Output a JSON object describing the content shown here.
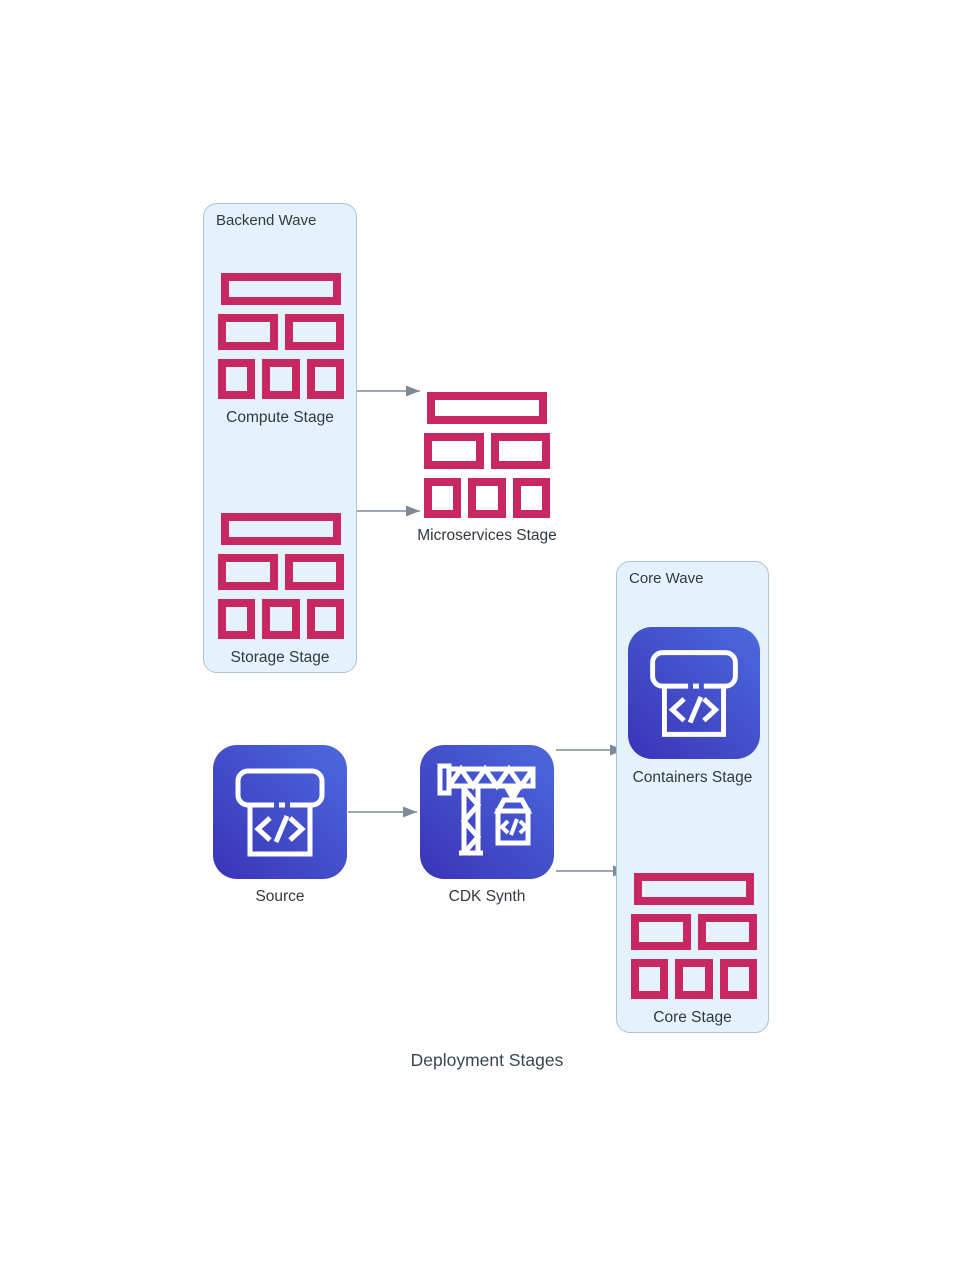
{
  "diagram_title": "Deployment Stages",
  "colors": {
    "stage_pink": "#C92762",
    "icon_gradient_start": "#3A34B8",
    "icon_gradient_end": "#4C69DC",
    "wave_bg": "#E4F2FB",
    "wave_border": "#A8C4D6",
    "arrow": "#7E8B96",
    "text": "#333940"
  },
  "waves": [
    {
      "label": "Backend Wave",
      "stages": [
        {
          "label": "Compute Stage",
          "icon": "stage-bricks-icon"
        },
        {
          "label": "Storage Stage",
          "icon": "stage-bricks-icon"
        }
      ]
    },
    {
      "label": "Core Wave",
      "stages": [
        {
          "label": "Containers Stage",
          "icon": "code-window-icon"
        },
        {
          "label": "Core Stage",
          "icon": "stage-bricks-icon"
        }
      ]
    }
  ],
  "nodes": [
    {
      "label": "Microservices Stage",
      "icon": "stage-bricks-icon"
    },
    {
      "label": "Source",
      "icon": "code-window-icon"
    },
    {
      "label": "CDK Synth",
      "icon": "cdk-crane-icon"
    }
  ],
  "edges": [
    {
      "from": "Compute Stage",
      "to": "Microservices Stage"
    },
    {
      "from": "Storage Stage",
      "to": "Microservices Stage"
    },
    {
      "from": "Source",
      "to": "CDK Synth"
    },
    {
      "from": "CDK Synth",
      "to": "Containers Stage"
    },
    {
      "from": "CDK Synth",
      "to": "Core Stage"
    }
  ]
}
